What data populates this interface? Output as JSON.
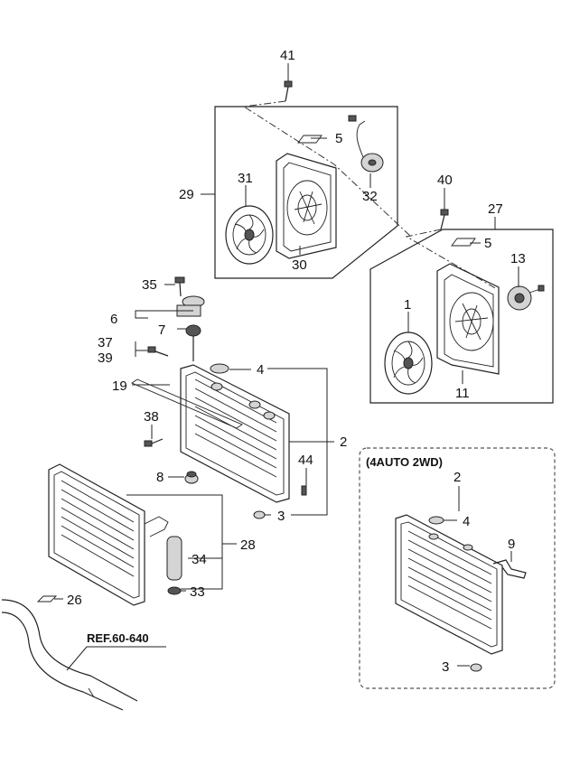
{
  "callouts": {
    "c41": "41",
    "c5a": "5",
    "c32": "32",
    "c31": "31",
    "c29": "29",
    "c30": "30",
    "c40": "40",
    "c27": "27",
    "c5b": "5",
    "c13": "13",
    "c1": "1",
    "c11": "11",
    "c35": "35",
    "c6": "6",
    "c7": "7",
    "c37": "37",
    "c39": "39",
    "c4a": "4",
    "c19": "19",
    "c38": "38",
    "c2a": "2",
    "c44": "44",
    "c8": "8",
    "c3a": "3",
    "c28": "28",
    "c34": "34",
    "c33": "33",
    "c26": "26",
    "c2b": "2",
    "c4b": "4",
    "c9": "9",
    "c3b": "3"
  },
  "inset": {
    "title": "(4AUTO 2WD)"
  },
  "reference": {
    "text": "REF.60-640"
  }
}
